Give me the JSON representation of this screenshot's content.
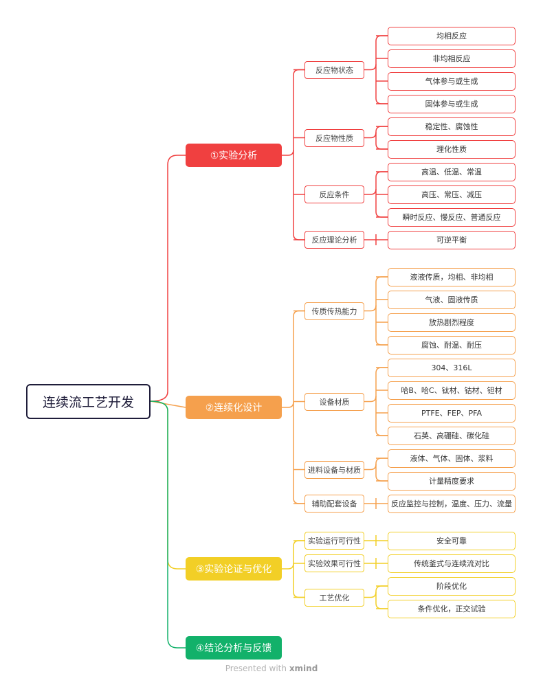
{
  "root": "连续流工艺开发",
  "colors": {
    "root": "#1f1d3a",
    "b1": "#f04040",
    "b2": "#f5a04d",
    "b3": "#f2cf26",
    "b4": "#12b16a"
  },
  "branches": [
    {
      "label": "①实验分析",
      "subs": [
        {
          "label": "反应物状态",
          "leaves": [
            "均相反应",
            "非均相反应",
            "气体参与或生成",
            "固体参与或生成"
          ]
        },
        {
          "label": "反应物性质",
          "leaves": [
            "稳定性、腐蚀性",
            "理化性质"
          ]
        },
        {
          "label": "反应条件",
          "leaves": [
            "高温、低温、常温",
            "高压、常压、减压",
            "瞬时反应、慢反应、普通反应"
          ]
        },
        {
          "label": "反应理论分析",
          "leaves": [
            "可逆平衡"
          ]
        }
      ]
    },
    {
      "label": "②连续化设计",
      "subs": [
        {
          "label": "传质传热能力",
          "leaves": [
            "液液传质，均相、非均相",
            "气液、固液传质",
            "放热剧烈程度",
            "腐蚀、耐温、耐压"
          ]
        },
        {
          "label": "设备材质",
          "leaves": [
            "304、316L",
            "哈B、哈C、钛材、钴材、钽材",
            "PTFE、FEP、PFA",
            "石英、高硼硅、碳化硅"
          ]
        },
        {
          "label": "进料设备与材质",
          "leaves": [
            "液体、气体、固体、浆料",
            "计量精度要求"
          ]
        },
        {
          "label": "辅助配套设备",
          "leaves": [
            "反应监控与控制，温度、压力、流量"
          ]
        }
      ]
    },
    {
      "label": "③实验论证与优化",
      "subs": [
        {
          "label": "实验运行可行性",
          "leaves": [
            "安全可靠"
          ]
        },
        {
          "label": "实验效果可行性",
          "leaves": [
            "传统釜式与连续流对比"
          ]
        },
        {
          "label": "工艺优化",
          "leaves": [
            "阶段优化",
            "条件优化，正交试验"
          ]
        }
      ]
    },
    {
      "label": "④结论分析与反馈",
      "subs": []
    }
  ],
  "footer": {
    "prefix": "Presented with",
    "brand": "xmind"
  }
}
